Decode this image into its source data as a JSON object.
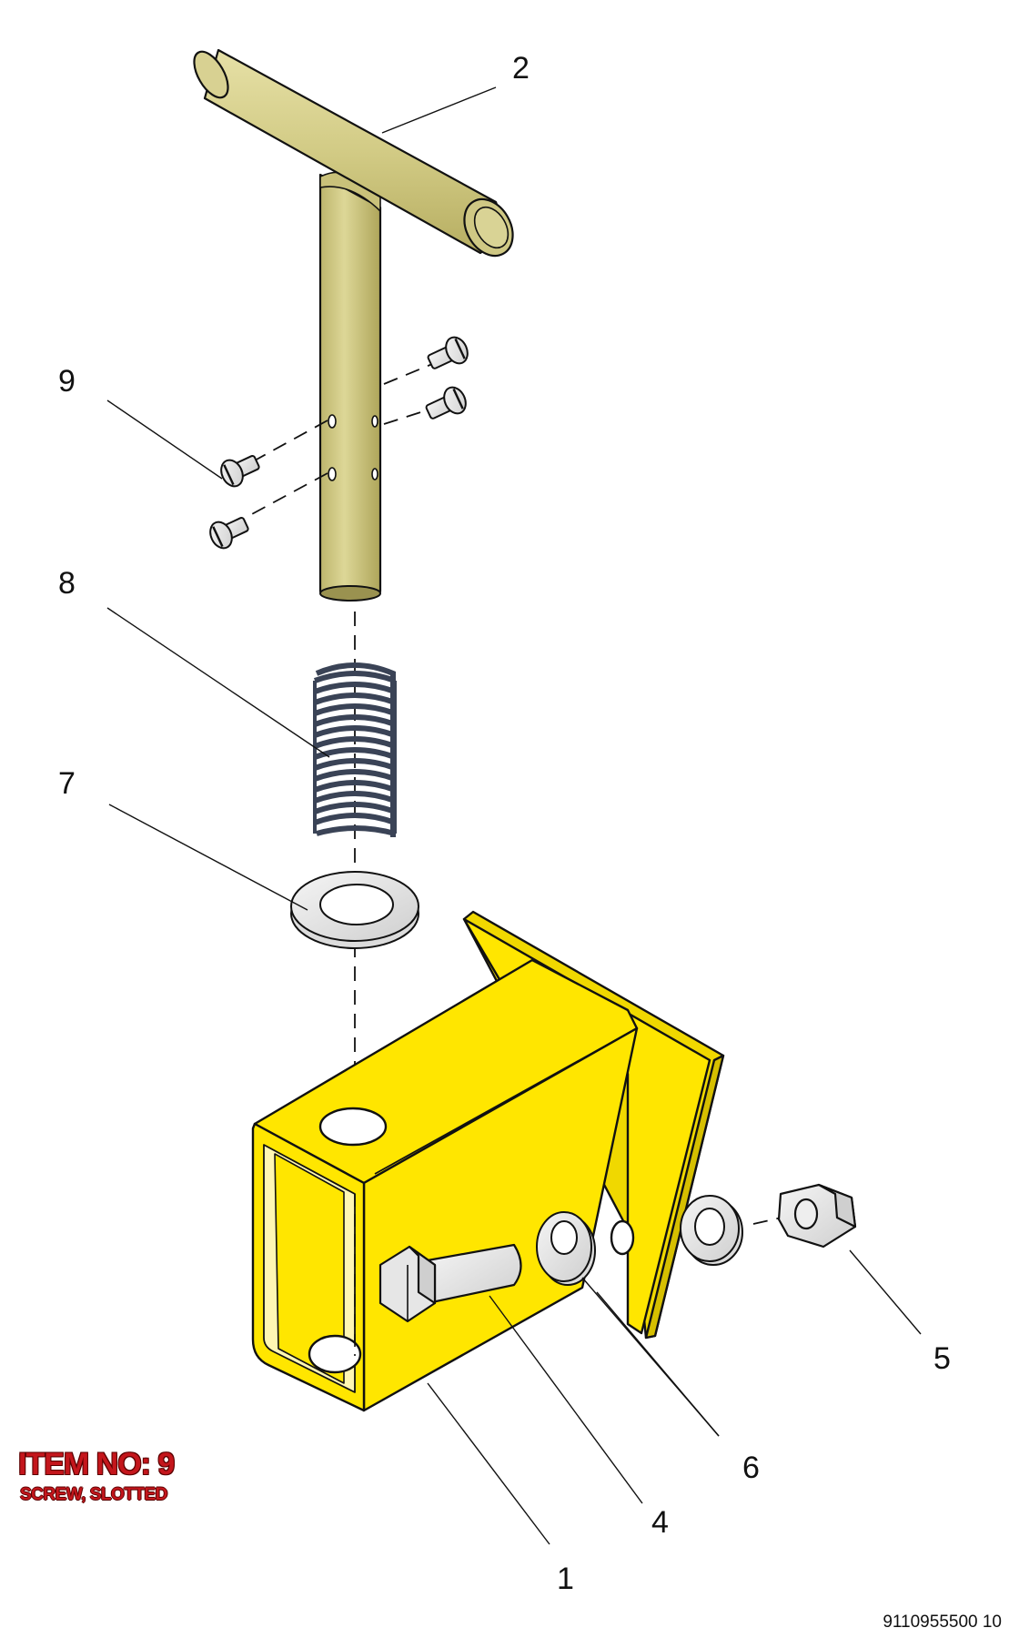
{
  "colors": {
    "handle": "#d2cb85",
    "handle_shade": "#bdb56c",
    "bracket": "#ffe600",
    "bracket_shade": "#e8d000",
    "spring": "#3a4356",
    "hardware": "#e4e4e4",
    "outline": "#111111",
    "title_red": "#c4161c"
  },
  "callouts": [
    {
      "id": "c2",
      "label": "2"
    },
    {
      "id": "c9",
      "label": "9"
    },
    {
      "id": "c8",
      "label": "8"
    },
    {
      "id": "c7",
      "label": "7"
    },
    {
      "id": "c5",
      "label": "5"
    },
    {
      "id": "c6",
      "label": "6"
    },
    {
      "id": "c4",
      "label": "4"
    },
    {
      "id": "c1",
      "label": "1"
    }
  ],
  "item": {
    "title": "ITEM NO: 9",
    "description": "SCREW, SLOTTED"
  },
  "drawing_number": "9110955500 10"
}
